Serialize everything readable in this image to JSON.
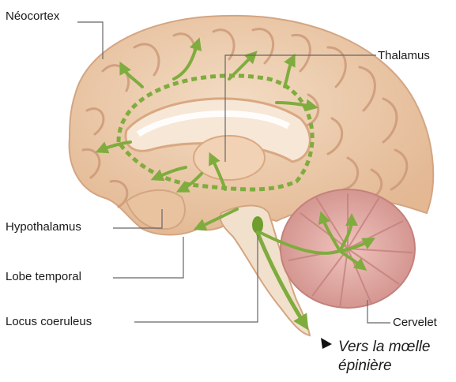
{
  "labels": {
    "neocortex": "Néocortex",
    "thalamus": "Thalamus",
    "hypothalamus": "Hypothalamus",
    "lobe_temporal": "Lobe temporal",
    "locus_coeruleus": "Locus coeruleus",
    "cervelet": "Cervelet",
    "moelle_line1": "Vers la mœlle",
    "moelle_line2": "épinière"
  },
  "colors": {
    "brain_fill": "#efd3b6",
    "brain_dark": "#d9a882",
    "gyri_line": "#c99472",
    "cerebellum": "#e2a9a3",
    "cerebellum_line": "#c4817c",
    "arrow_green": "#7fac3e",
    "leader_line": "#666666"
  }
}
